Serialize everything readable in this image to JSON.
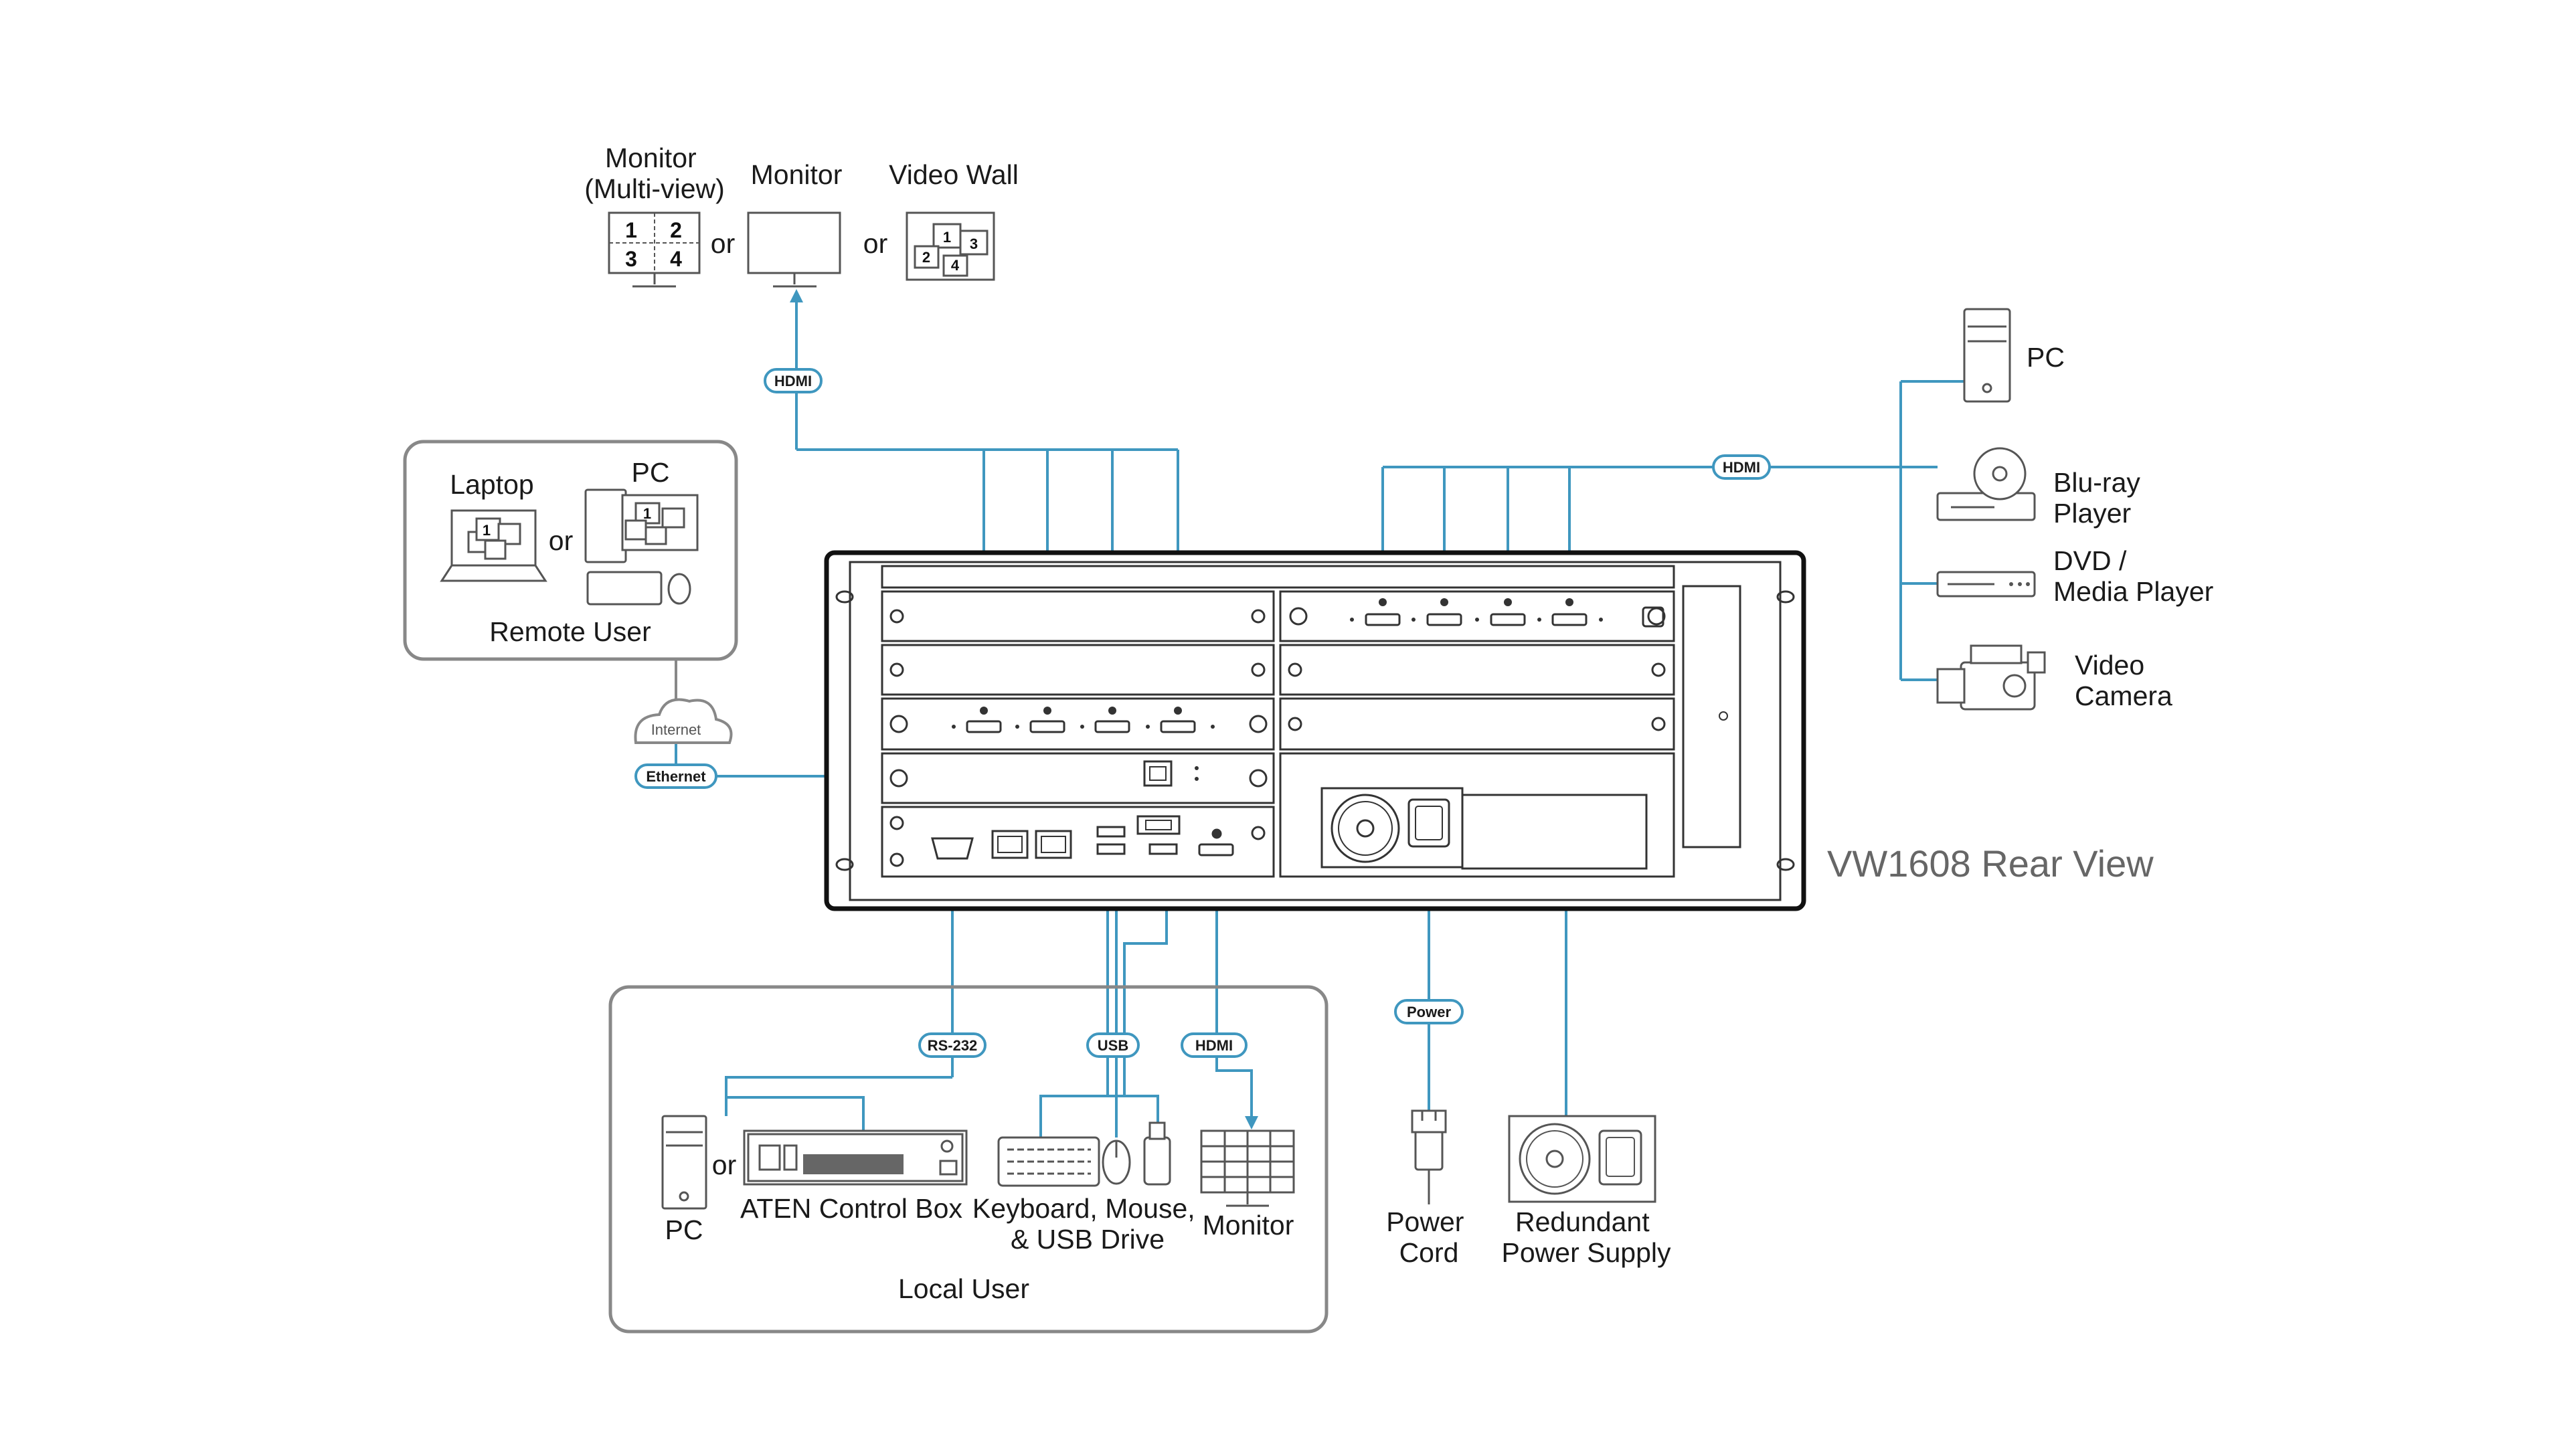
{
  "diagram": {
    "title": "VW1608 Rear View",
    "top_outputs": {
      "monitor_multiview": "Monitor\n(Multi-view)",
      "monitor": "Monitor",
      "video_wall": "Video Wall",
      "or": "or",
      "grid_numbers": [
        "1",
        "2",
        "3",
        "4"
      ]
    },
    "sources": {
      "pc": "PC",
      "bluray": "Blu-ray\nPlayer",
      "dvd": "DVD /\nMedia Player",
      "camera": "Video\nCamera"
    },
    "remote_user": {
      "title": "Remote User",
      "laptop": "Laptop",
      "pc": "PC",
      "or": "or"
    },
    "local_user": {
      "title": "Local User",
      "pc": "PC",
      "control_box": "ATEN Control Box",
      "keyboard": "Keyboard, Mouse,\n& USB Drive",
      "monitor": "Monitor",
      "or": "or"
    },
    "power": {
      "cord": "Power\nCord",
      "redundant": "Redundant\nPower Supply"
    },
    "cable_labels": {
      "hdmi_out": "HDMI",
      "hdmi_in": "HDMI",
      "ethernet": "Ethernet",
      "internet": "Internet",
      "rs232": "RS-232",
      "usb": "USB",
      "hdmi_local": "HDMI",
      "power": "Power"
    },
    "colors": {
      "wire": "#3f97bf",
      "outline": "#555555",
      "box": "#888888",
      "title": "#666666"
    }
  }
}
